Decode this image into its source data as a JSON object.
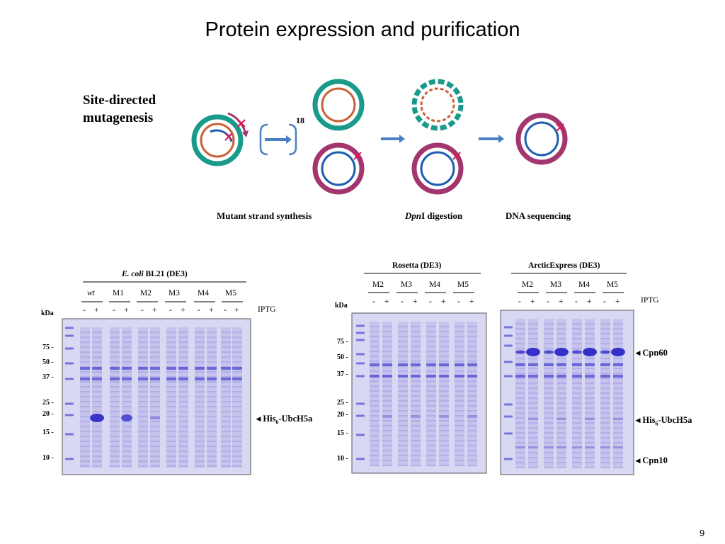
{
  "title": "Protein expression and purification",
  "mutagenesis": {
    "heading_line1": "Site-directed",
    "heading_line2": "mutagenesis",
    "cycles": "18",
    "step1": "Mutant strand synthesis",
    "step2_italic": "Dpn",
    "step2_rest": "I digestion",
    "step3": "DNA sequencing"
  },
  "colors": {
    "teal": "#1a9a8a",
    "magenta": "#a3356f",
    "orange": "#c8623a",
    "blue": "#1f5fb0",
    "mutation": "#d81b5f",
    "arrow": "#4a7fc4",
    "gel_bg": "#d9d8f3",
    "band": "#4b4ad0"
  },
  "gels": {
    "gel1": {
      "strain_italic": "E. coli",
      "strain_rest": " BL21 (DE3)",
      "groups": [
        "wt",
        "M1",
        "M2",
        "M3",
        "M4",
        "M5"
      ],
      "kda_label": "kDa",
      "markers": [
        "75",
        "50",
        "37",
        "25",
        "20",
        "15",
        "10"
      ],
      "iptg": "IPTG",
      "annotation": "His6-UbcH5a"
    },
    "gel2": {
      "strain": "Rosetta (DE3)",
      "groups": [
        "M2",
        "M3",
        "M4",
        "M5"
      ],
      "kda_label": "kDa",
      "markers": [
        "75",
        "50",
        "37",
        "25",
        "20",
        "15",
        "10"
      ]
    },
    "gel3": {
      "strain": "ArcticExpress (DE3)",
      "groups": [
        "M2",
        "M3",
        "M4",
        "M5"
      ],
      "iptg": "IPTG",
      "annotations": [
        "Cpn60",
        "His6-UbcH5a",
        "Cpn10"
      ]
    },
    "lane_signs": [
      "-",
      "+"
    ]
  },
  "page_number": "9"
}
